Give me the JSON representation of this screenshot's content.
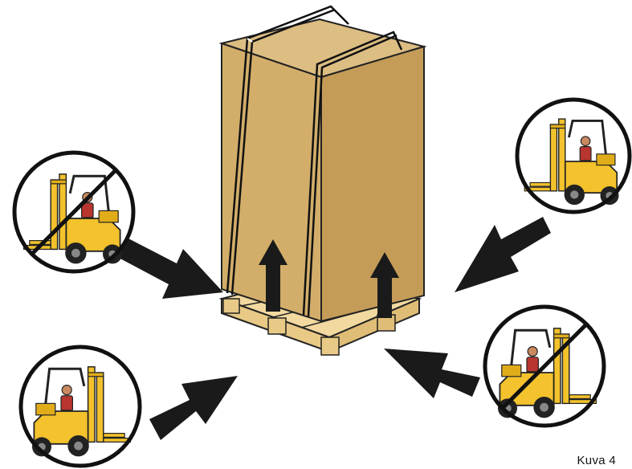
{
  "figure": {
    "caption": "Kuva 4"
  },
  "colors": {
    "box_face": "#d2ae6a",
    "box_side": "#c49c58",
    "box_top": "#dcbd82",
    "pallet": "#f2d9a0",
    "forklift_body": "#f3c22c",
    "arrow": "#1a1a1a",
    "prohibited_slash": "#111111"
  },
  "icons": {
    "upward_arrow": "arrow-up-icon",
    "approach_arrow": "arrow-icon",
    "forklift": "forklift-icon",
    "prohibition": "no-entry-icon"
  },
  "forklift_panels": [
    {
      "name": "forklift-top-left",
      "status": "prohibited"
    },
    {
      "name": "forklift-bottom-left",
      "status": "allowed"
    },
    {
      "name": "forklift-top-right",
      "status": "allowed"
    },
    {
      "name": "forklift-bottom-right",
      "status": "prohibited"
    }
  ]
}
